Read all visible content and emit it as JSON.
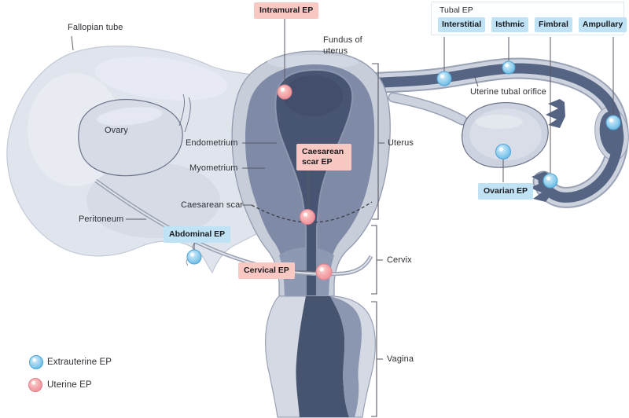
{
  "figure": {
    "anatomy_labels": {
      "fallopian_tube": "Fallopian tube",
      "ovary": "Ovary",
      "endometrium": "Endometrium",
      "myometrium": "Myometrium",
      "caesarean_scar": "Caesarean scar",
      "peritoneum": "Peritoneum",
      "fundus_of_uterus": "Fundus of uterus",
      "uterus": "Uterus",
      "uterine_tubal_orifice": "Uterine tubal orifice",
      "cervix": "Cervix",
      "vagina": "Vagina"
    },
    "tubal_ep_group": {
      "title": "Tubal EP",
      "badges": [
        "Interstitial",
        "Isthmic",
        "Fimbral",
        "Ampullary"
      ]
    },
    "uterine_ep_badges": {
      "intramural": "Intramural EP",
      "caesarean_scar": "Caesarean scar EP",
      "cervical": "Cervical EP"
    },
    "extrauterine_ep_badges": {
      "abdominal": "Abdominal EP",
      "ovarian": "Ovarian EP"
    },
    "legend": {
      "extrauterine_label": "Extrauterine EP",
      "uterine_label": "Uterine EP"
    },
    "colors": {
      "uterine_badge_bg": "#f9c8c3",
      "extrauterine_badge_bg": "#bfe2f5",
      "uterine_marker": "#ee8793",
      "extrauterine_marker": "#5fb2e2"
    }
  }
}
